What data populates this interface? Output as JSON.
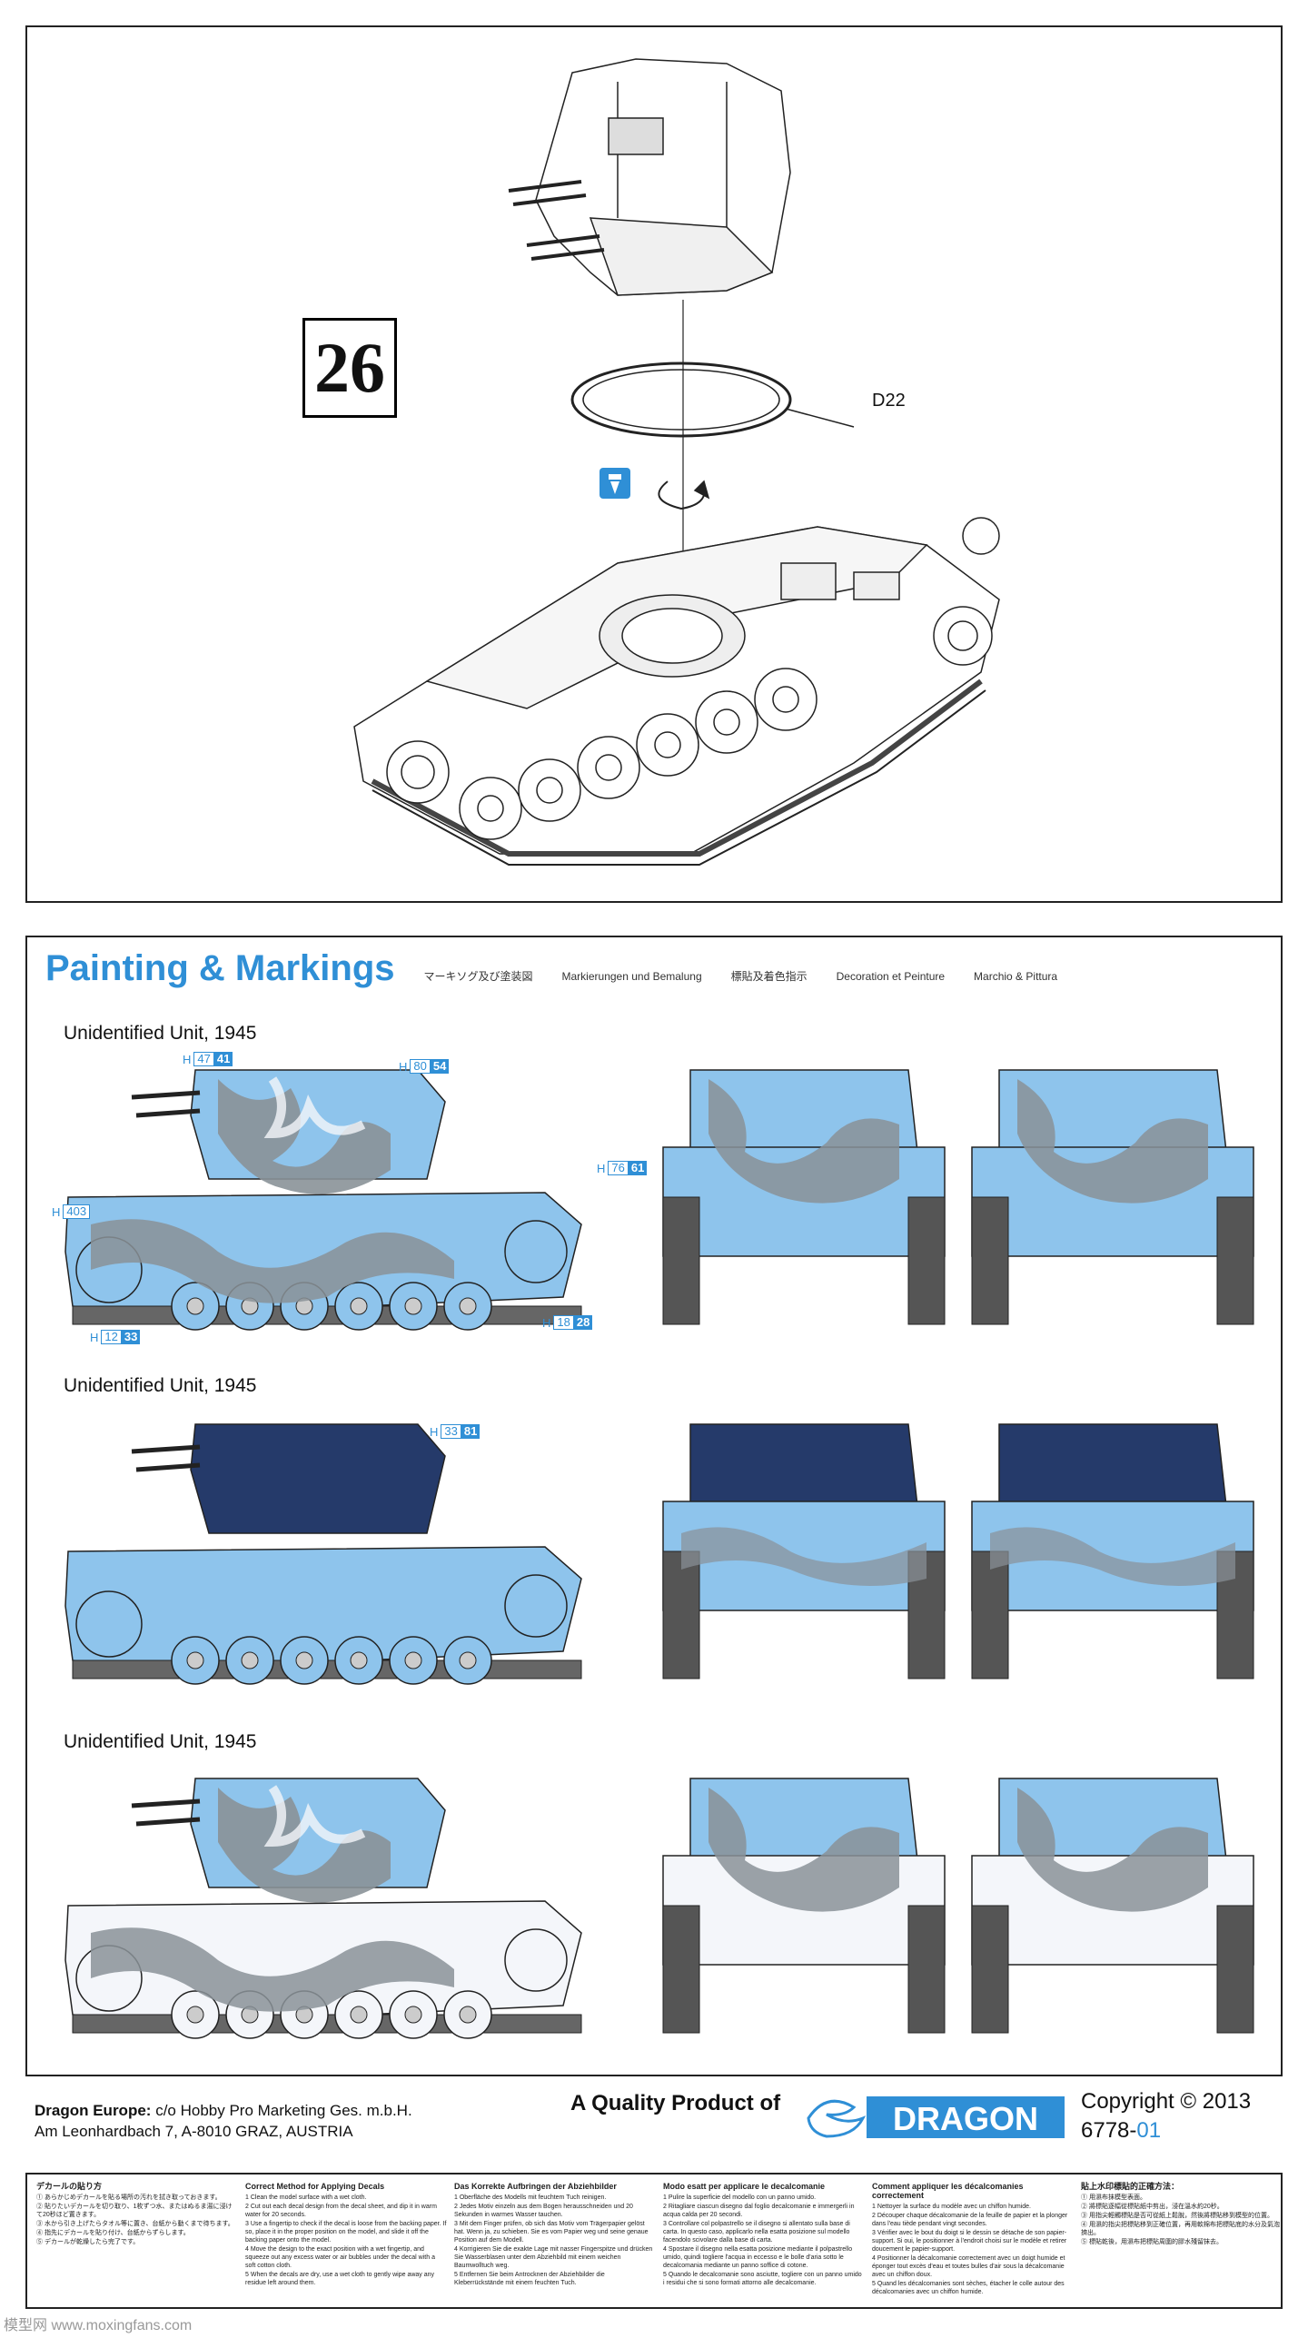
{
  "step": {
    "number": "26",
    "part_label": "D22"
  },
  "painting": {
    "title": "Painting & Markings",
    "subtitles": [
      "マーキソグ及び塗装図",
      "Markierungen und Bemalung",
      "標貼及着色指示",
      "Decoration et Peinture",
      "Marchio & Pittura"
    ],
    "schemes": [
      {
        "unit": "Unidentified Unit, 1945",
        "callouts": [
          {
            "prefix": "H",
            "a": "47",
            "b": "41"
          },
          {
            "prefix": "H",
            "a": "80",
            "b": "54"
          },
          {
            "prefix": "H",
            "a": "76",
            "b": "61"
          },
          {
            "prefix": "H",
            "a": "403",
            "b": ""
          },
          {
            "prefix": "H",
            "a": "12",
            "b": "33"
          },
          {
            "prefix": "H",
            "a": "18",
            "b": "28"
          }
        ]
      },
      {
        "unit": "Unidentified Unit, 1945",
        "callouts": [
          {
            "prefix": "H",
            "a": "33",
            "b": "81"
          }
        ]
      },
      {
        "unit": "Unidentified Unit, 1945",
        "callouts": []
      }
    ],
    "colors": {
      "white": "#f4f6fa",
      "light_blue": "#8ec4ec",
      "grey": "#8a9298",
      "dark_blue": "#253a6a"
    }
  },
  "footer": {
    "europe_bold": "Dragon Europe:",
    "europe_rest": "c/o Hobby Pro Marketing Ges. m.b.H.",
    "address": "Am Leonhardbach 7, A-8010 GRAZ, AUSTRIA",
    "quality": "A Quality Product of",
    "brand": "DRAGON",
    "copyright": "Copyright © 2013",
    "code_main": "6778-",
    "code_suffix": "01"
  },
  "instructions": [
    {
      "heading": "デカールの貼り方",
      "lines": [
        "① あらかじめデカールを貼る場所の汚れを拭き取っておきます。",
        "② 貼りたいデカールを切り取り、1枚ずつ水、またはぬるま湯に浸けて20秒ほど置きます。",
        "③ 水から引き上げたらタオル等に置き、台紙から動くまで待ちます。",
        "④ 指先にデカールを貼り付け、台紙からずらします。",
        "⑤ デカールが乾燥したら完了です。"
      ]
    },
    {
      "heading": "Correct Method for Applying Decals",
      "lines": [
        "1 Clean the model surface with a wet cloth.",
        "2 Cut out each decal design from the decal sheet, and dip it in warm water for 20 seconds.",
        "3 Use a fingertip to check if the decal is loose from the backing paper. If so, place it in the proper position on the model, and slide it off the backing paper onto the model.",
        "4 Move the design to the exact position with a wet fingertip, and squeeze out any excess water or air bubbles under the decal with a soft cotton cloth.",
        "5 When the decals are dry, use a wet cloth to gently wipe away any residue left around them."
      ]
    },
    {
      "heading": "Das Korrekte Aufbringen der Abziehbilder",
      "lines": [
        "1 Oberfläche des Modells mit feuchtem Tuch reinigen.",
        "2 Jedes Motiv einzeln aus dem Bogen herausschneiden und 20 Sekunden in warmes Wasser tauchen.",
        "3 Mit dem Finger prüfen, ob sich das Motiv vom Trägerpapier gelöst hat. Wenn ja, zu schieben. Sie es vom Papier weg und seine genaue Position auf dem Modell.",
        "4 Korrigieren Sie die exakte Lage mit nasser Fingerspitze und drücken Sie Wasserblasen unter dem Abziehbild mit einem weichen Baumwolltuch weg.",
        "5 Entfernen Sie beim Antrocknen der Abziehbilder die Kleberrückstände mit einem feuchten Tuch."
      ]
    },
    {
      "heading": "Modo esatt per applicare le decalcomanie",
      "lines": [
        "1 Pulire la superficie del modello con un panno umido.",
        "2 Ritagliare ciascun disegno dal foglio decalcomanie e immergerli in acqua calda per 20 secondi.",
        "3 Controllare col polpastrello se il disegno si allentato sulla base di carta. In questo caso, applicarlo nella esatta posizione sul modello facendolo scivolare dalla base di carta.",
        "4 Spostare il disegno nella esatta posizione mediante il polpastrello umido, quindi togliere l'acqua in eccesso e le bolle d'aria sotto le decalcomania mediante un panno soffice di cotone.",
        "5 Quando le decalcomanie sono asciutte, togliere con un panno umido i residui che si sono formati attorno alle decalcomanie."
      ]
    },
    {
      "heading": "Comment appliquer les décalcomanies correctement",
      "lines": [
        "1 Nettoyer la surface du modèle avec un chiffon humide.",
        "2 Découper chaque décalcomanie de la feuille de papier et la plonger dans l'eau tiède pendant vingt secondes.",
        "3 Vérifier avec le bout du doigt si le dessin se détache de son papier-support. Si oui, le positionner à l'endroit choisi sur le modèle et retirer doucement le papier-support.",
        "4 Positionner la décalcomanie correctement avec un doigt humide et éponger tout excès d'eau et toutes bulles d'air sous la décalcomanie avec un chiffon doux.",
        "5 Quand les décalcomanies sont sèches, étacher le colle autour des décalcomanies avec un chiffon humide."
      ]
    },
    {
      "heading": "貼上水印標貼的正確方法：",
      "lines": [
        "① 用濕布抹模型表面。",
        "② 將標貼逐幅從標貼紙中剪出，浸在溫水約20秒。",
        "③ 用指尖輕觸標貼是否可從紙上鬆脫，然後將標貼移到模型的位置。",
        "④ 用濕的指尖把標貼移到正確位置，再用軟棉布把標貼底的水分及氣泡擠出。",
        "⑤ 標貼乾後，用濕布把標貼周圍的膠水殘留抹去。"
      ]
    }
  ],
  "watermark": "模型网 www.moxingfans.com"
}
